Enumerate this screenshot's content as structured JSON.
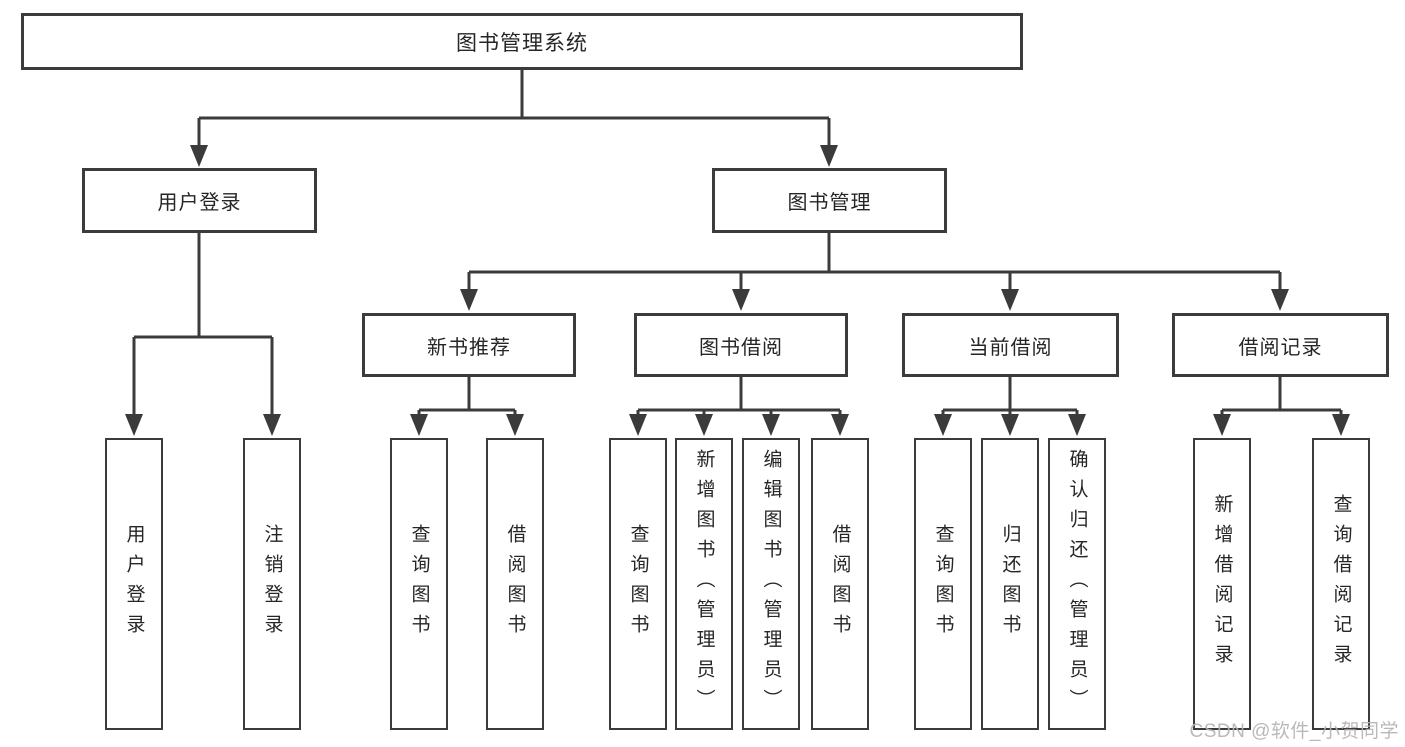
{
  "tree": {
    "label": "图书管理系统",
    "children": [
      {
        "label": "用户登录",
        "children": [
          {
            "label": "用户登录"
          },
          {
            "label": "注销登录"
          }
        ]
      },
      {
        "label": "图书管理",
        "children": [
          {
            "label": "新书推荐",
            "children": [
              {
                "label": "查询图书"
              },
              {
                "label": "借阅图书"
              }
            ]
          },
          {
            "label": "图书借阅",
            "children": [
              {
                "label": "查询图书"
              },
              {
                "label": "新增图书（管理员）"
              },
              {
                "label": "编辑图书（管理员）"
              },
              {
                "label": "借阅图书"
              }
            ]
          },
          {
            "label": "当前借阅",
            "children": [
              {
                "label": "查询图书"
              },
              {
                "label": "归还图书"
              },
              {
                "label": "确认归还（管理员）"
              }
            ]
          },
          {
            "label": "借阅记录",
            "children": [
              {
                "label": "新增借阅记录"
              },
              {
                "label": "查询借阅记录"
              }
            ]
          }
        ]
      }
    ]
  },
  "watermark": "CSDN @软件_小贺同学",
  "colors": {
    "line": "#3b3b3b",
    "text": "#262626",
    "watermark": "#b7b3b3",
    "background": "#ffffff"
  }
}
